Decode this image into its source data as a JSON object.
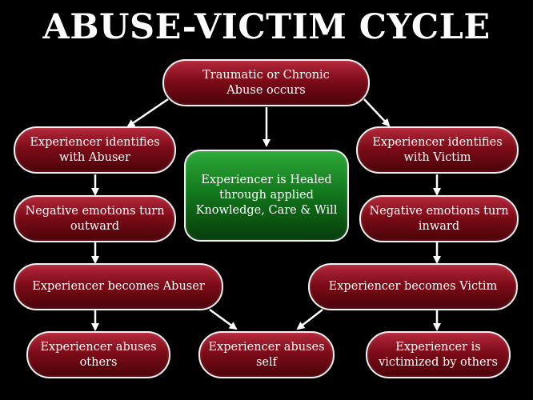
{
  "title": "ABUSE-VICTIM CYCLE",
  "colors": {
    "background": "#000000",
    "node_red": "#7d0c18",
    "node_green": "#137a1d",
    "border": "#f2f2f2",
    "text": "#ffffff"
  },
  "nodes": {
    "abuse_occurs": [
      "Traumatic or Chronic",
      "Abuse occurs"
    ],
    "identifies_abuser": [
      "Experiencer identifies",
      "with Abuser"
    ],
    "identifies_victim": [
      "Experiencer identifies",
      "with Victim"
    ],
    "healed": [
      "Experiencer is Healed",
      "through applied",
      "Knowledge, Care & Will"
    ],
    "emotions_outward": [
      "Negative emotions turn",
      "outward"
    ],
    "emotions_inward": [
      "Negative emotions turn",
      "inward"
    ],
    "becomes_abuser": [
      "Experiencer becomes Abuser"
    ],
    "becomes_victim": [
      "Experiencer becomes Victim"
    ],
    "abuses_others": [
      "Experiencer abuses",
      "others"
    ],
    "abuses_self": [
      "Experiencer abuses",
      "self"
    ],
    "victimized": [
      "Experiencer is",
      "victimized by others"
    ]
  }
}
